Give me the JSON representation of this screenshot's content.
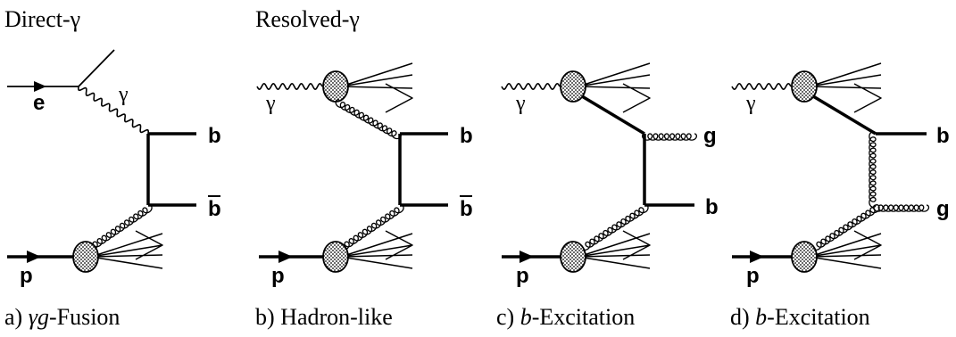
{
  "headers": {
    "direct": "Direct-γ",
    "resolved": "Resolved-γ"
  },
  "diagrams": [
    {
      "caption_prefix": "a)",
      "caption_math": "γg",
      "caption_suffix": "-Fusion",
      "labels": {
        "electron": "e",
        "photon": "γ",
        "proton": "p",
        "quark_top": "b",
        "quark_bottom": "b"
      }
    },
    {
      "caption_prefix": "b)",
      "caption_math": "",
      "caption_suffix": "Hadron-like",
      "labels": {
        "photon": "γ",
        "proton": "p",
        "quark_top": "b",
        "quark_bottom": "b"
      }
    },
    {
      "caption_prefix": "c)",
      "caption_math": "b",
      "caption_suffix": "-Excitation",
      "labels": {
        "photon": "γ",
        "proton": "p",
        "gluon_out": "g",
        "quark_out": "b"
      }
    },
    {
      "caption_prefix": "d)",
      "caption_math": "b",
      "caption_suffix": "-Excitation",
      "labels": {
        "photon": "γ",
        "proton": "p",
        "quark_out": "b",
        "gluon_out": "g"
      }
    }
  ]
}
